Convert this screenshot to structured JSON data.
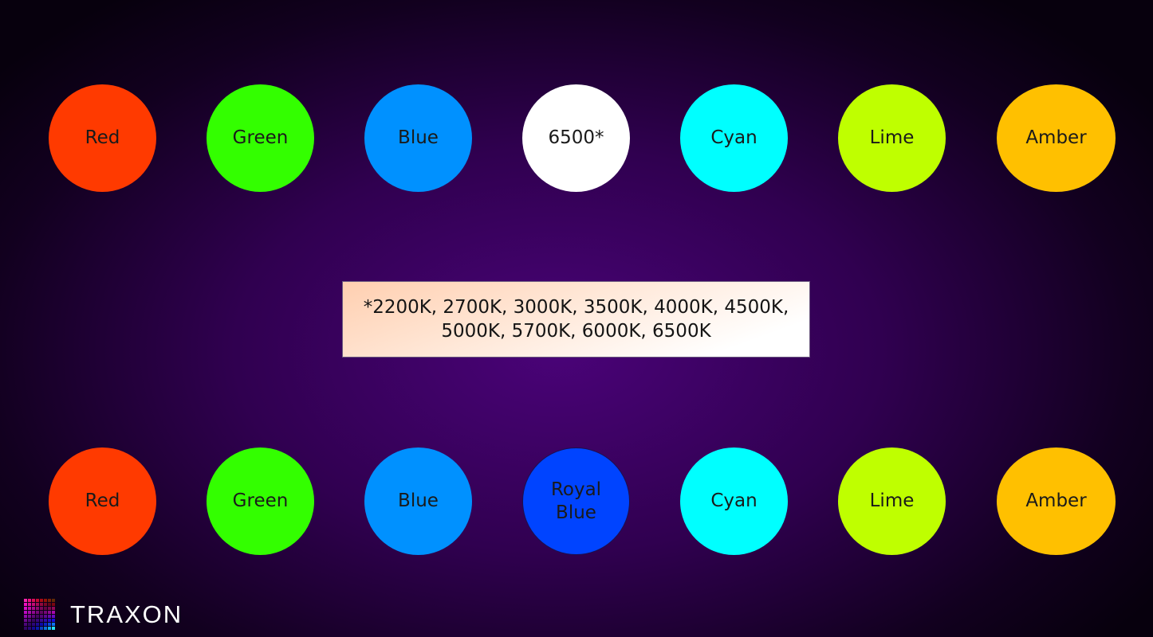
{
  "top_row": [
    {
      "label": "Red",
      "color": "#FF3A00"
    },
    {
      "label": "Green",
      "color": "#33FF00"
    },
    {
      "label": "Blue",
      "color": "#0091FF"
    },
    {
      "label": "6500*",
      "color": "#FFFFFF"
    },
    {
      "label": "Cyan",
      "color": "#00FFFF"
    },
    {
      "label": "Lime",
      "color": "#BFFF00"
    },
    {
      "label": "Amber",
      "color": "#FFC000"
    }
  ],
  "bottom_row": [
    {
      "label": "Red",
      "color": "#FF3A00"
    },
    {
      "label": "Green",
      "color": "#33FF00"
    },
    {
      "label": "Blue",
      "color": "#0091FF"
    },
    {
      "label": "Royal Blue",
      "line1": "Royal",
      "line2": "Blue",
      "color": "#0044FF"
    },
    {
      "label": "Cyan",
      "color": "#00FFFF"
    },
    {
      "label": "Lime",
      "color": "#BFFF00"
    },
    {
      "label": "Amber",
      "color": "#FFC000"
    }
  ],
  "note": {
    "line1": "*2200K, 2700K, 3000K, 3500K, 4000K, 4500K,",
    "line2": "5000K, 5700K, 6000K, 6500K"
  },
  "logo": {
    "text": "TRAXON"
  }
}
